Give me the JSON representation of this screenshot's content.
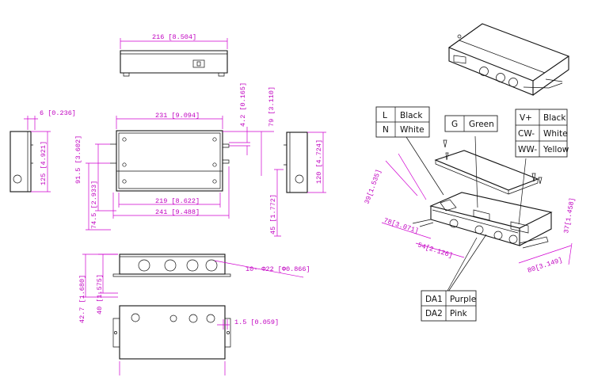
{
  "dimensions": {
    "top_width": "216 [8.504]",
    "front_width": "231 [9.094]",
    "front_inner": "219 [8.622]",
    "front_overall": "241 [9.488]",
    "front_h1": "91.5 [3.602]",
    "front_h2": "74.5 [2.933]",
    "right_4_2": "4.2 [0.165]",
    "right_79": "79 [3.110]",
    "left_6": "6 [0.236]",
    "left_125": "125 [4.921]",
    "side_120": "120 [4.724]",
    "side_45": "45 [1.772]",
    "holes": "10- Φ22 [Φ0.866]",
    "h_42_7": "42.7 [1.680]",
    "h_40": "40 [1.575]",
    "bottom_1_5": "1.5 [0.059]",
    "iso_39": "39[1.535]",
    "iso_78": "78[3.071]",
    "iso_54": "54[2.126]",
    "iso_80": "80[3.149]",
    "iso_37": "37[1.458]"
  },
  "wiring": {
    "mains": [
      [
        "L",
        "Black"
      ],
      [
        "N",
        "White"
      ]
    ],
    "ground": [
      [
        "G",
        "Green"
      ]
    ],
    "output": [
      [
        "V+",
        "Black"
      ],
      [
        "CW-",
        "White"
      ],
      [
        "WW-",
        "Yellow"
      ]
    ],
    "dimming": [
      [
        "DA1",
        "Purple"
      ],
      [
        "DA2",
        "Pink"
      ]
    ]
  },
  "colors": {
    "dimension": "#c000c0",
    "outline": "#111111"
  }
}
